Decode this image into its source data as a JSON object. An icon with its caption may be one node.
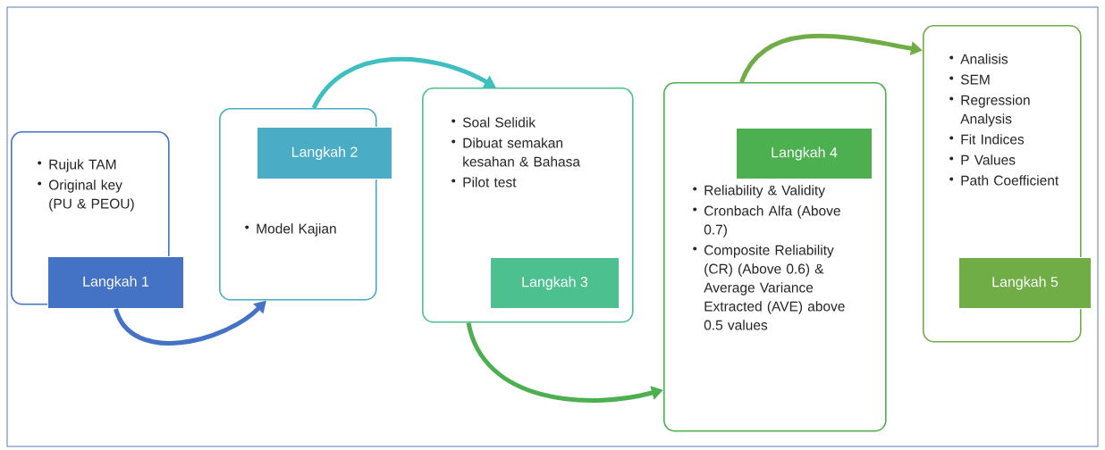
{
  "diagram": {
    "nodes": [
      {
        "text": [
          "Rujuk TAM",
          "Original key (PU & PEOU)"
        ]
      },
      {
        "text": [
          "Langkah 1"
        ]
      },
      {
        "text": [
          "Model Kajian"
        ]
      },
      {
        "text": [
          "Langkah 2"
        ]
      },
      {
        "text": [
          "Soal Selidik",
          "Dibuat semakan kesahan & Bahasa",
          "Pilot test"
        ]
      },
      {
        "text": [
          "Langkah 3"
        ],
        "in": 4
      },
      {
        "text": [
          "Reliability & Validity",
          "Cronbach Alfa (Above 0.7)",
          "Composite Reliability (CR) (Above 0.6) & Average Variance Extracted (AVE) above 0.5 values"
        ]
      },
      {
        "text": [
          "Langkah 4"
        ],
        "in": 6
      },
      {
        "text": [
          "Analisis",
          "SEM",
          "Regression Analysis",
          "Fit Indices",
          "P Values",
          "Path Coefficient"
        ]
      },
      {
        "text": [
          "Langkah 5"
        ]
      }
    ],
    "edges": [
      {
        "from": 1,
        "to": 2,
        "arrow": "to",
        "color": "#4472c4"
      },
      {
        "from": 2,
        "to": 4,
        "arrow": "to",
        "color": "#3fbfbf"
      },
      {
        "from": 4,
        "to": 6,
        "arrow": "to",
        "color": "#4cb050"
      },
      {
        "from": 6,
        "to": 8,
        "arrow": "to",
        "color": "#70ad47"
      }
    ]
  }
}
